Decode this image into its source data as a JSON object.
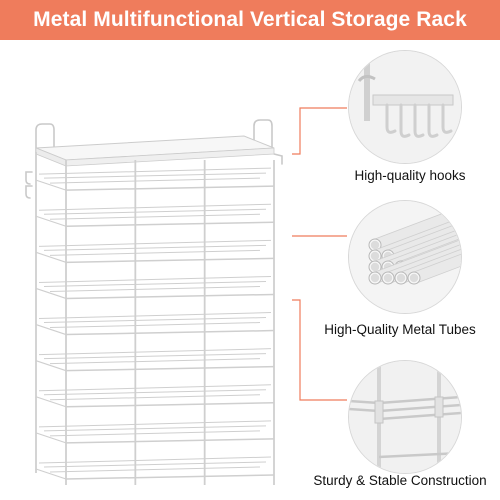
{
  "banner": {
    "title": "Metal Multifunctional Vertical Storage Rack",
    "color": "#ef7c5c"
  },
  "product": {
    "color": "#ffffff",
    "columns": 3,
    "tiers": 9
  },
  "features": [
    {
      "label": "High-quality hooks",
      "icon": "hooks-closeup"
    },
    {
      "label": "High-Quality Metal Tubes",
      "icon": "tube-bundle-closeup"
    },
    {
      "label": "Sturdy & Stable Construction",
      "icon": "joint-closeup"
    }
  ],
  "accent_line_color": "#ef7c5c"
}
